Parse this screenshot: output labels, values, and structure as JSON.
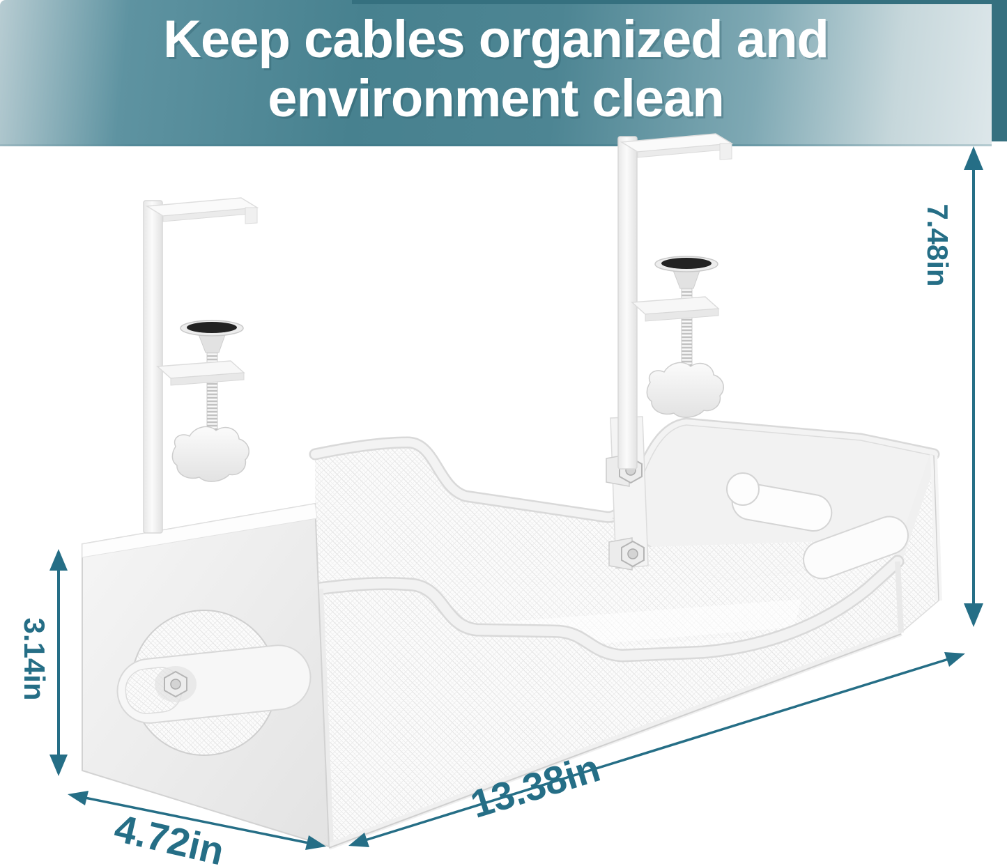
{
  "banner": {
    "line1": "Keep cables organized and",
    "line2": "environment clean"
  },
  "dimensions": {
    "height_label": "7.48in",
    "side_height_label": "3.14in",
    "length_label": "13.38in",
    "depth_label": "4.72in"
  },
  "colors": {
    "dimension_accent": "#256e86",
    "banner_teal_dark": "#35707f",
    "banner_teal_mid": "#47818f",
    "banner_teal_light": "#dde7ea",
    "banner_text": "#ffffff",
    "product_white": "#f4f4f4",
    "mesh_line": "#e0e0e0",
    "clamp_pad_black": "#232323"
  },
  "icons": {
    "height_arrow": "double-arrow-vertical",
    "side_height_arrow": "double-arrow-vertical",
    "length_arrow": "double-arrow-diagonal",
    "depth_arrow": "double-arrow-diagonal"
  },
  "product": {
    "description_parts": {
      "clamps": "two C-clamps with screw, black pad and star knob",
      "tray": "white mesh under-desk cable basket with wavy rims and cable slots"
    }
  }
}
